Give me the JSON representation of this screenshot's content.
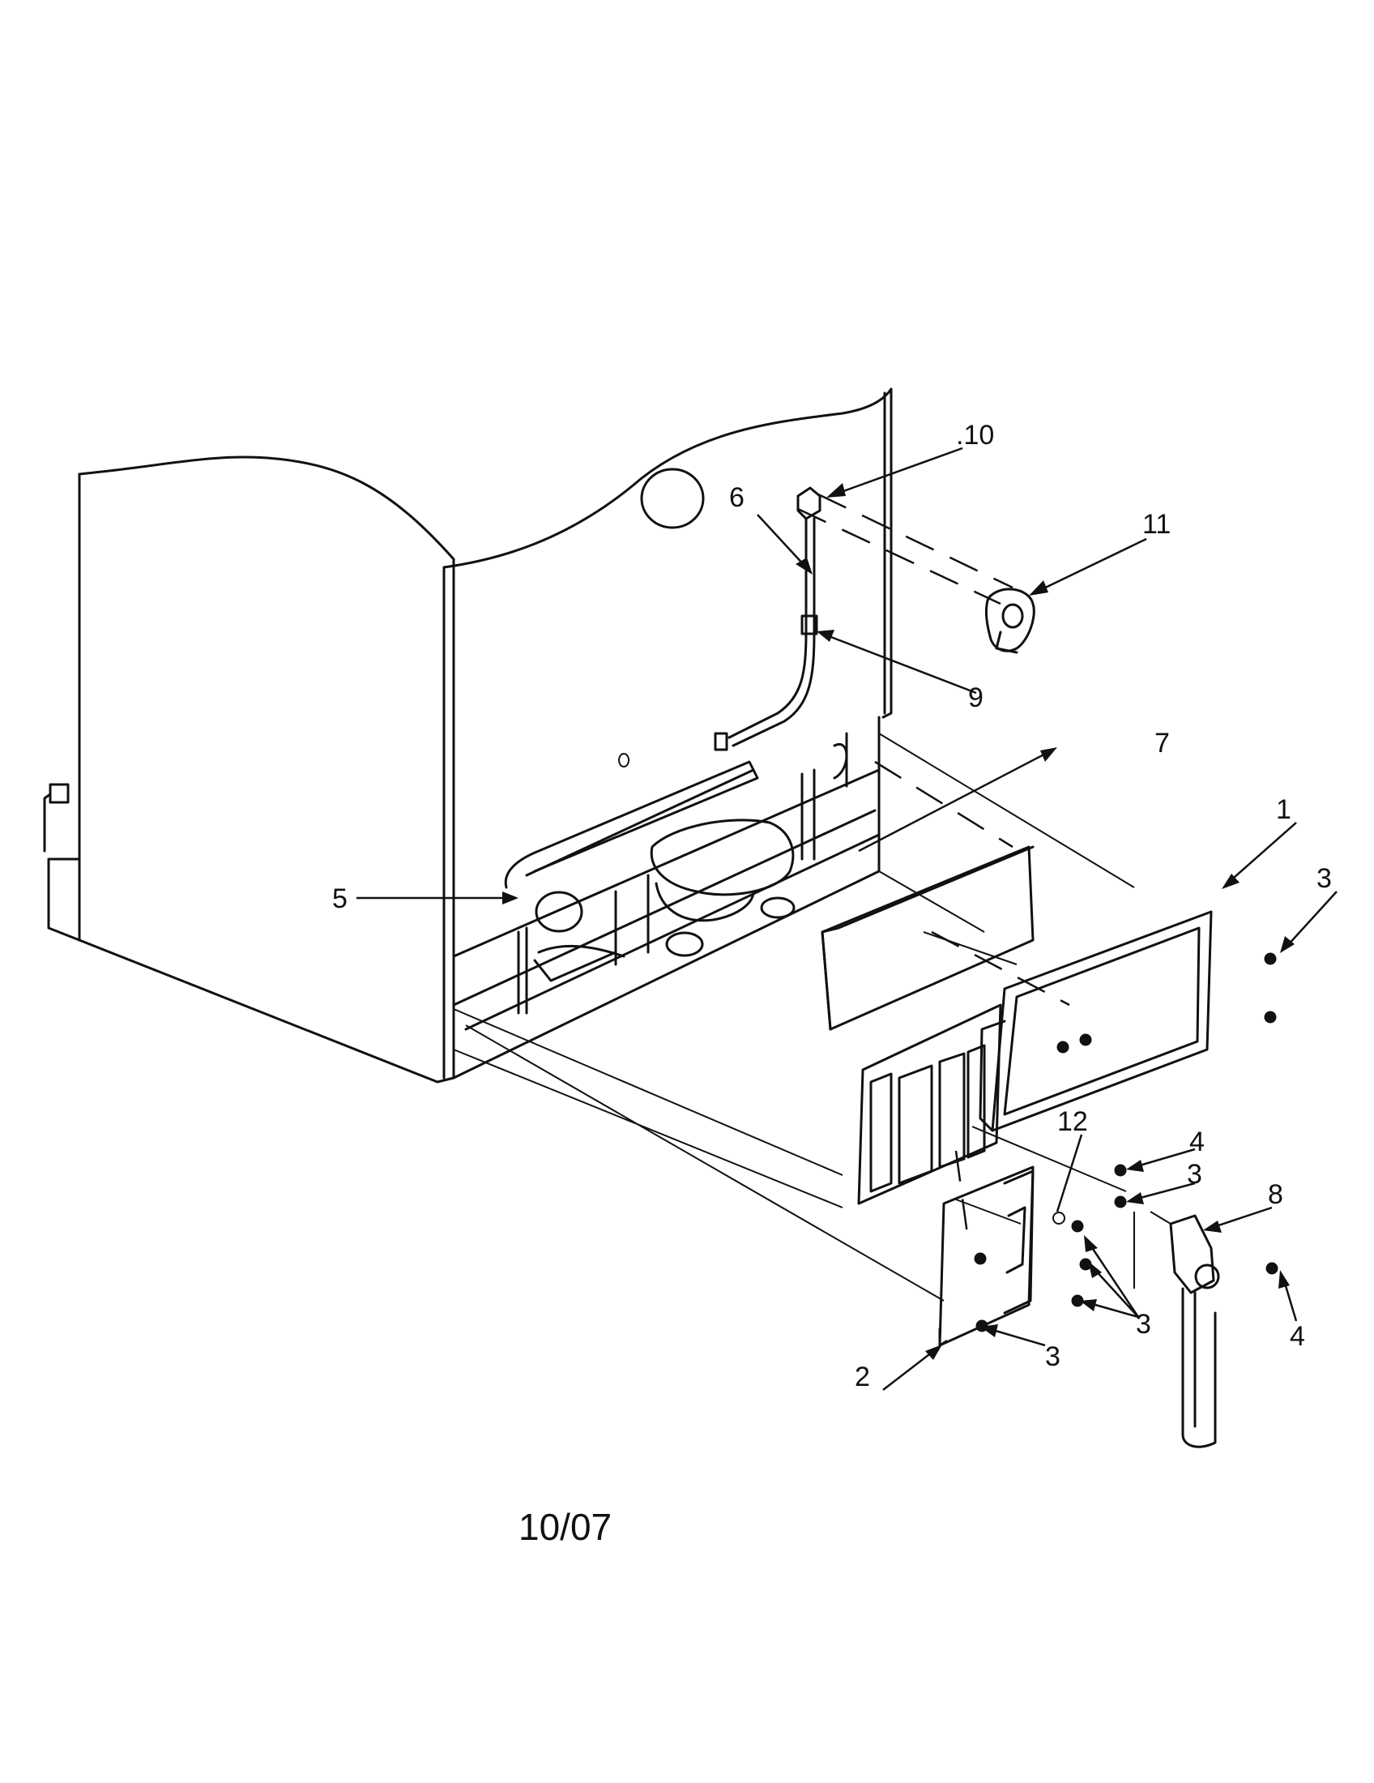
{
  "callouts": [
    {
      "id": "c10",
      "label": ".10"
    },
    {
      "id": "c6",
      "label": "6"
    },
    {
      "id": "c11",
      "label": "11"
    },
    {
      "id": "c9",
      "label": "9"
    },
    {
      "id": "c7",
      "label": "7"
    },
    {
      "id": "c1",
      "label": "1"
    },
    {
      "id": "c3a",
      "label": "3"
    },
    {
      "id": "c5",
      "label": "5"
    },
    {
      "id": "c12",
      "label": "12"
    },
    {
      "id": "c4a",
      "label": "4"
    },
    {
      "id": "c3b",
      "label": "3"
    },
    {
      "id": "c8",
      "label": "8"
    },
    {
      "id": "c4b",
      "label": "4"
    },
    {
      "id": "c3c",
      "label": "3"
    },
    {
      "id": "c3d",
      "label": "3"
    },
    {
      "id": "c2",
      "label": "2"
    }
  ],
  "footer": {
    "date": "10/07"
  }
}
